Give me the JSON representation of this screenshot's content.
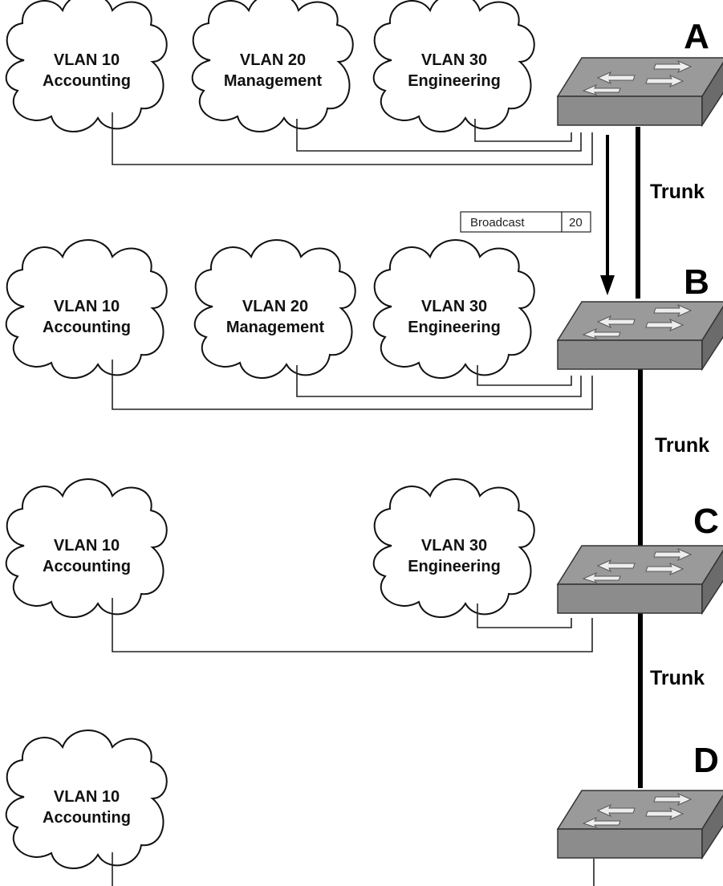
{
  "switches": [
    {
      "label": "A"
    },
    {
      "label": "B"
    },
    {
      "label": "C"
    },
    {
      "label": "D"
    }
  ],
  "trunks": [
    "Trunk",
    "Trunk",
    "Trunk"
  ],
  "vlans": {
    "v10": {
      "id": "VLAN 10",
      "name": "Accounting"
    },
    "v20": {
      "id": "VLAN 20",
      "name": "Management"
    },
    "v30": {
      "id": "VLAN 30",
      "name": "Engineering"
    }
  },
  "broadcast_frame": {
    "label": "Broadcast",
    "vlan": "20"
  }
}
